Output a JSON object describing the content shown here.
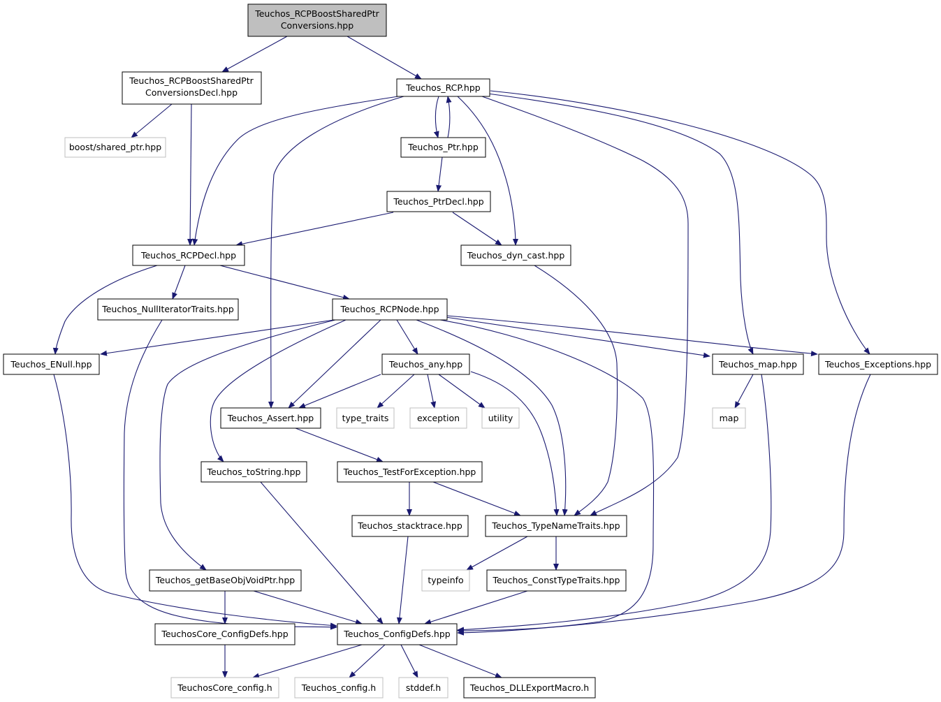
{
  "colors": {
    "edge": "#191970",
    "root_fill": "#bfbfbf",
    "node_border": "#000000",
    "external_border": "#bfbfbf",
    "text": "#000000"
  },
  "nodes": {
    "root": [
      "Teuchos_RCPBoostSharedPtr",
      "Conversions.hpp"
    ],
    "rcpboost_decl": [
      "Teuchos_RCPBoostSharedPtr",
      "ConversionsDecl.hpp"
    ],
    "rcp": [
      "Teuchos_RCP.hpp"
    ],
    "boost_shared_ptr": [
      "boost/shared_ptr.hpp"
    ],
    "ptr": [
      "Teuchos_Ptr.hpp"
    ],
    "ptrdecl": [
      "Teuchos_PtrDecl.hpp"
    ],
    "rcpdecl": [
      "Teuchos_RCPDecl.hpp"
    ],
    "dyn_cast": [
      "Teuchos_dyn_cast.hpp"
    ],
    "nulliter": [
      "Teuchos_NullIteratorTraits.hpp"
    ],
    "rcpnode": [
      "Teuchos_RCPNode.hpp"
    ],
    "enull": [
      "Teuchos_ENull.hpp"
    ],
    "any": [
      "Teuchos_any.hpp"
    ],
    "map_hpp": [
      "Teuchos_map.hpp"
    ],
    "exceptions": [
      "Teuchos_Exceptions.hpp"
    ],
    "assert": [
      "Teuchos_Assert.hpp"
    ],
    "type_traits": [
      "type_traits"
    ],
    "exception": [
      "exception"
    ],
    "utility": [
      "utility"
    ],
    "map": [
      "map"
    ],
    "tostring": [
      "Teuchos_toString.hpp"
    ],
    "testforexc": [
      "Teuchos_TestForException.hpp"
    ],
    "stacktrace": [
      "Teuchos_stacktrace.hpp"
    ],
    "typename": [
      "Teuchos_TypeNameTraits.hpp"
    ],
    "getbase": [
      "Teuchos_getBaseObjVoidPtr.hpp"
    ],
    "typeinfo": [
      "typeinfo"
    ],
    "consttype": [
      "Teuchos_ConstTypeTraits.hpp"
    ],
    "coreconfigdefs": [
      "TeuchosCore_ConfigDefs.hpp"
    ],
    "configdefs": [
      "Teuchos_ConfigDefs.hpp"
    ],
    "core_config_h": [
      "TeuchosCore_config.h"
    ],
    "config_h": [
      "Teuchos_config.h"
    ],
    "stddef": [
      "stddef.h"
    ],
    "dllexport": [
      "Teuchos_DLLExportMacro.h"
    ]
  }
}
